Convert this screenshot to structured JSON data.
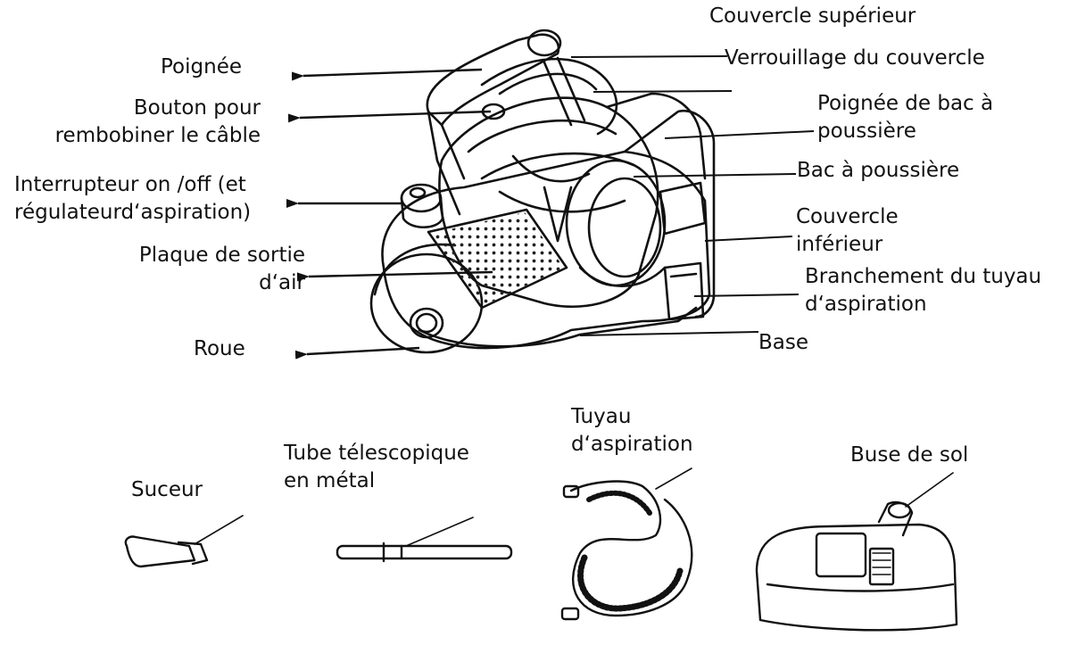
{
  "labels": {
    "couvercle_superieur": "Couvercle supérieur",
    "poignee": "Poignée",
    "verrouillage": "Verrouillage du couvercle",
    "bouton_line1": "Bouton pour",
    "bouton_line2": "rembobiner le câble",
    "poignee_bac_line1": "Poignée de bac à",
    "poignee_bac_line2": "poussière",
    "bac": "Bac à poussière",
    "interrupteur_line1": "Interrupteur on /off (et",
    "interrupteur_line2": "régulateurd‘aspiration)",
    "couvercle_inf_line1": "Couvercle",
    "couvercle_inf_line2": "inférieur",
    "plaque_line1": "Plaque de sortie",
    "plaque_line2": "d‘air",
    "branchement_line1": "Branchement du tuyau",
    "branchement_line2": "d‘aspiration",
    "roue": "Roue",
    "base": "Base"
  },
  "accessories": {
    "suceur": "Suceur",
    "tube_line1": "Tube télescopique",
    "tube_line2": "en métal",
    "tuyau_line1": "Tuyau",
    "tuyau_line2": "d‘aspiration",
    "buse": "Buse de sol"
  },
  "colors": {
    "ink": "#111111",
    "grille": "#2a2a2a"
  }
}
